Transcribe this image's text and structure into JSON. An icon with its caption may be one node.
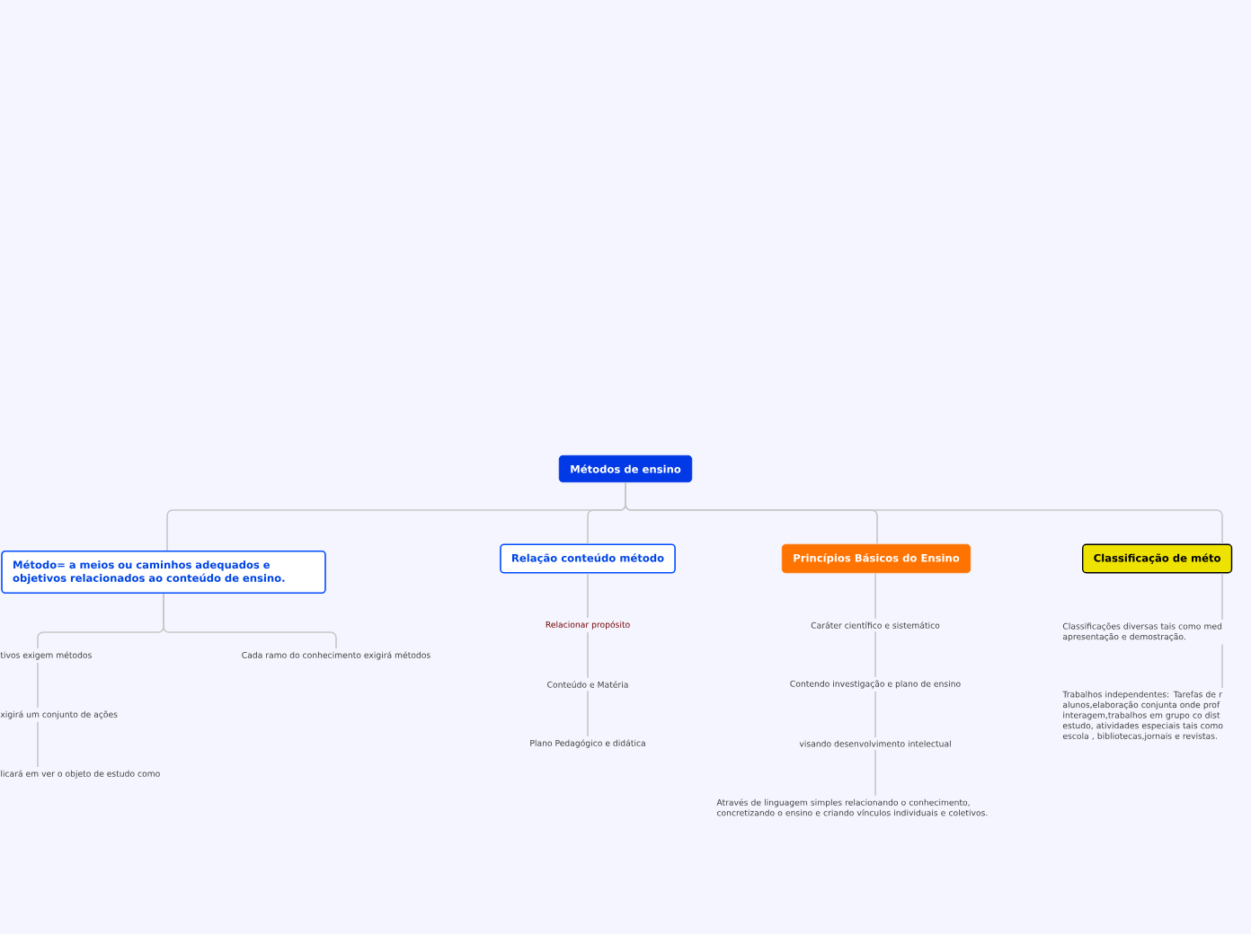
{
  "diagram": {
    "nodes": [
      {
        "text": [
          "Métodos de ensino"
        ]
      },
      {
        "text": [
          "Método= a meios ou caminhos adequados e objetivos relacionados ao conteúdo de ensino."
        ]
      },
      {
        "text": [
          "tivos exigem métodos"
        ]
      },
      {
        "text": [
          "Cada ramo do conhecimento exigirá métodos"
        ]
      },
      {
        "text": [
          "xigirá um conjunto de ações"
        ]
      },
      {
        "text": [
          "licará em ver o objeto de estudo como"
        ]
      },
      {
        "text": [
          "Relação conteúdo método"
        ]
      },
      {
        "text": [
          "Relacionar propósito"
        ]
      },
      {
        "text": [
          "Conteúdo e Matéria"
        ]
      },
      {
        "text": [
          "Plano Pedagógico e didática"
        ]
      },
      {
        "text": [
          "Princípios Básicos do Ensino"
        ]
      },
      {
        "text": [
          "Caráter científico e sistemático"
        ]
      },
      {
        "text": [
          "Contendo investigação e plano de ensino"
        ]
      },
      {
        "text": [
          "visando desenvolvimento intelectual"
        ]
      },
      {
        "text": [
          "Através de linguagem simples relacionando o conhecimento, concretizando o ensino e criando vínculos individuais e coletivos."
        ]
      },
      {
        "text": [
          "Classificação de méto"
        ]
      },
      {
        "text": [
          "Classificações diversas tais como med apresentação e demostração."
        ]
      },
      {
        "text": [
          "Trabalhos independentes: Tarefas de r alunos,elaboração conjunta onde prof interagem,trabalhos em grupo co dist estudo, atividades especiais tais como escola , bibliotecas,jornais e revistas."
        ]
      }
    ],
    "edges": [
      {
        "from": 0,
        "to": 1,
        "arrow": "none"
      },
      {
        "from": 0,
        "to": 6,
        "arrow": "none"
      },
      {
        "from": 0,
        "to": 10,
        "arrow": "none"
      },
      {
        "from": 0,
        "to": 15,
        "arrow": "none"
      },
      {
        "from": 1,
        "to": 2,
        "arrow": "none"
      },
      {
        "from": 1,
        "to": 3,
        "arrow": "none"
      },
      {
        "from": 2,
        "to": 4,
        "arrow": "none"
      },
      {
        "from": 4,
        "to": 5,
        "arrow": "none"
      },
      {
        "from": 6,
        "to": 7,
        "arrow": "none"
      },
      {
        "from": 7,
        "to": 8,
        "arrow": "none"
      },
      {
        "from": 8,
        "to": 9,
        "arrow": "none"
      },
      {
        "from": 10,
        "to": 11,
        "arrow": "none"
      },
      {
        "from": 11,
        "to": 12,
        "arrow": "none"
      },
      {
        "from": 12,
        "to": 13,
        "arrow": "none"
      },
      {
        "from": 13,
        "to": 14,
        "arrow": "none"
      },
      {
        "from": 15,
        "to": 16,
        "arrow": "none"
      },
      {
        "from": 16,
        "to": 17,
        "arrow": "none"
      }
    ]
  }
}
